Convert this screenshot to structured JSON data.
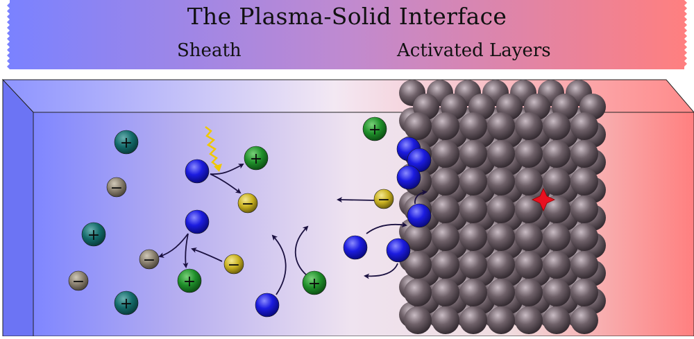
{
  "header": {
    "title": "The Plasma-Solid Interface",
    "sheath_label": "Sheath",
    "layers_label": "Activated Layers"
  },
  "colors": {
    "plasma_blue": "#7a82ff",
    "solid_red": "#ff7f7f",
    "center": "#efe3f0",
    "electron": "#1a1adb",
    "positive_ion_teal": "#146a6a",
    "positive_ion_green": "#1f8f2a",
    "negative_ion_gray": "#8a8070",
    "negative_ion_yellow": "#c8b020",
    "lattice_atom": "#4a4048",
    "defect": "#e81020",
    "photon": "#f0c800",
    "arrow": "#1a1040"
  },
  "particles": {
    "positive_symbol": "+",
    "negative_symbol": "−"
  },
  "icons": [
    "electron-sphere",
    "positive-ion",
    "negative-ion",
    "photon-zigzag",
    "lattice-atom",
    "surface-defect-star"
  ]
}
